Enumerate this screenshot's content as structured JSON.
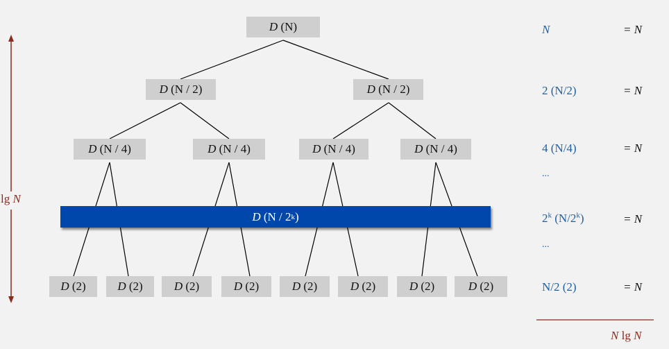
{
  "root": {
    "pre": "D",
    "arg": "(N)"
  },
  "level1": [
    {
      "pre": "D",
      "arg": "(N / 2)"
    },
    {
      "pre": "D",
      "arg": "(N / 2)"
    }
  ],
  "level2": [
    {
      "pre": "D",
      "arg": "(N / 4)"
    },
    {
      "pre": "D",
      "arg": "(N / 4)"
    },
    {
      "pre": "D",
      "arg": "(N / 4)"
    },
    {
      "pre": "D",
      "arg": "(N / 4)"
    }
  ],
  "bar": {
    "pre": "D",
    "arg": "(N / 2",
    "sup": "k",
    "close": ")"
  },
  "leaves": [
    {
      "pre": "D",
      "arg": "(2)"
    },
    {
      "pre": "D",
      "arg": "(2)"
    },
    {
      "pre": "D",
      "arg": "(2)"
    },
    {
      "pre": "D",
      "arg": "(2)"
    },
    {
      "pre": "D",
      "arg": "(2)"
    },
    {
      "pre": "D",
      "arg": "(2)"
    },
    {
      "pre": "D",
      "arg": "(2)"
    },
    {
      "pre": "D",
      "arg": "(2)"
    }
  ],
  "height_label": {
    "lg": "lg",
    "n": "N"
  },
  "costs": {
    "row0": "N",
    "row1": "2 (N/2)",
    "row2": "4 (N/4)",
    "dots1": "...",
    "row3_a": "2",
    "row3_sup1": "k",
    "row3_b": " (N/2",
    "row3_sup2": "k",
    "row3_c": ")",
    "dots2": "...",
    "row4": "N/2 (2)"
  },
  "equals": [
    "= N",
    "= N",
    "= N",
    "= N",
    "= N"
  ],
  "total": {
    "n": "N",
    "lg": "lg",
    "n2": "N"
  },
  "colors": {
    "box": "#cfcfcf",
    "bar": "#0047ab",
    "cost": "#1f5fa0",
    "arrow": "#8b2b1e"
  }
}
